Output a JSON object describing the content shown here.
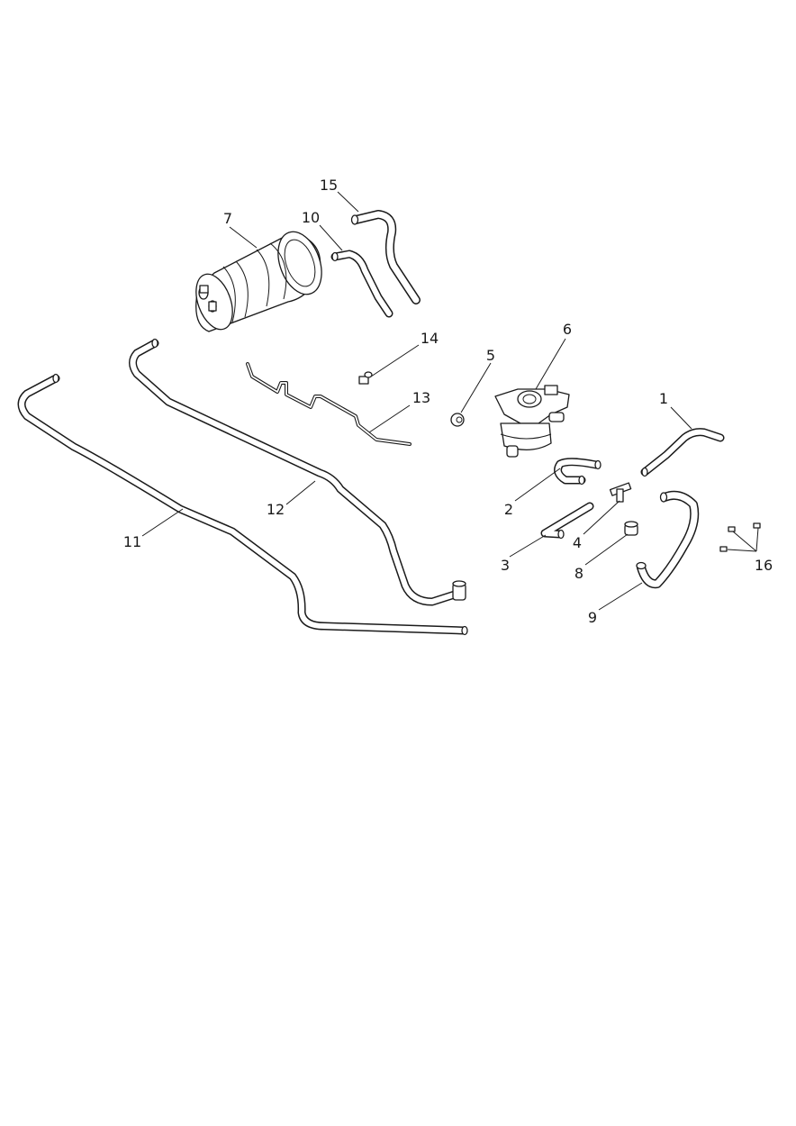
{
  "parts": [
    {
      "id": "1",
      "label": "1"
    },
    {
      "id": "2",
      "label": "2"
    },
    {
      "id": "3",
      "label": "3"
    },
    {
      "id": "4",
      "label": "4"
    },
    {
      "id": "5",
      "label": "5"
    },
    {
      "id": "6",
      "label": "6"
    },
    {
      "id": "7",
      "label": "7"
    },
    {
      "id": "8",
      "label": "8"
    },
    {
      "id": "9",
      "label": "9"
    },
    {
      "id": "10",
      "label": "10"
    },
    {
      "id": "11",
      "label": "11"
    },
    {
      "id": "12",
      "label": "12"
    },
    {
      "id": "13",
      "label": "13"
    },
    {
      "id": "14",
      "label": "14"
    },
    {
      "id": "15",
      "label": "15"
    },
    {
      "id": "16",
      "label": "16"
    }
  ],
  "colors": {
    "line": "#1a1a1a",
    "background": "#ffffff"
  }
}
